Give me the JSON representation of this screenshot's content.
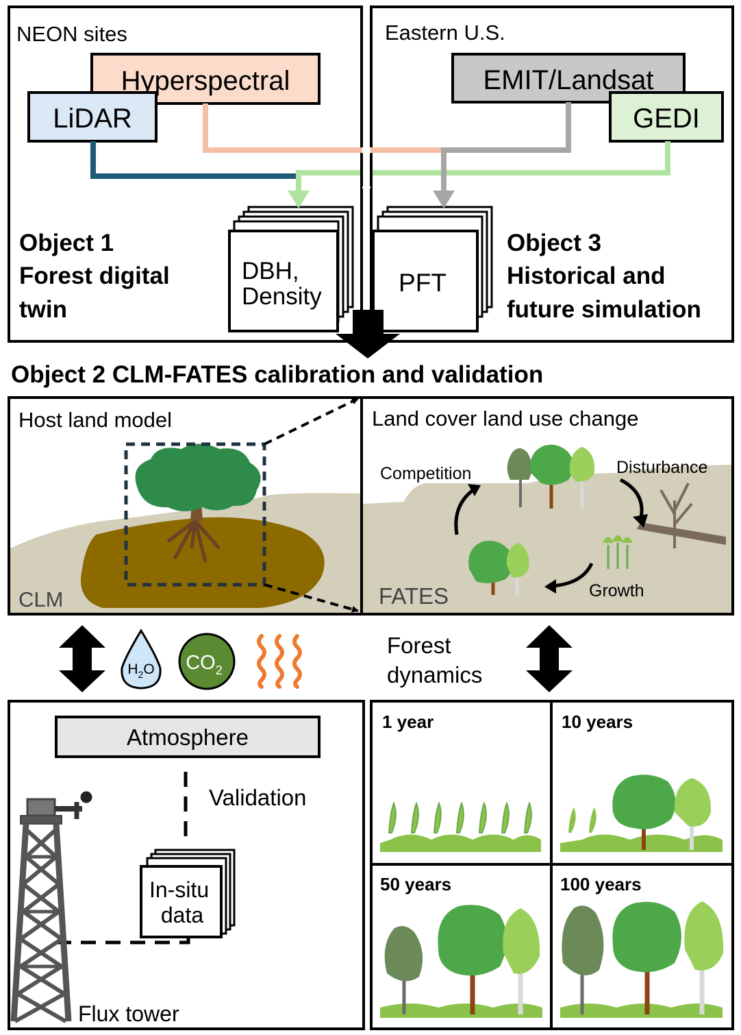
{
  "panel1": {
    "region": "NEON sites",
    "sources": [
      "Hyperspectral",
      "LiDAR"
    ],
    "object_title": [
      "Object 1",
      "Forest digital",
      "twin"
    ],
    "product": [
      "DBH,",
      "Density"
    ]
  },
  "panel3": {
    "region": "Eastern U.S.",
    "sources": [
      "EMIT/Landsat",
      "GEDI"
    ],
    "object_title": [
      "Object 3",
      "Historical and",
      "future simulation"
    ],
    "product": "PFT"
  },
  "object2_title": "Object 2 CLM-FATES calibration and validation",
  "host_panel": {
    "title": "Host land model",
    "corner": "CLM"
  },
  "lulc_panel": {
    "title": "Land cover land use change",
    "corner": "FATES",
    "cycle": [
      "Competition",
      "Disturbance",
      "Growth"
    ]
  },
  "exchange": {
    "h2o": {
      "base": "H",
      "sub": "2",
      "tail": "O"
    },
    "co2": {
      "base": "CO",
      "sub": "2"
    },
    "forest_dynamics": [
      "Forest",
      "dynamics"
    ]
  },
  "tower_panel": {
    "atmosphere": "Atmosphere",
    "validation": "Validation",
    "insitu": [
      "In-situ",
      "data"
    ],
    "tower": "Flux tower"
  },
  "dynamics_panels": [
    "1 year",
    "10 years",
    "50 years",
    "100 years"
  ],
  "colors": {
    "hyperspectral": "#fbdccb",
    "lidar": "#dbe9f6",
    "emit_landsat": "#c8c8c8",
    "gedi": "#ddf2d4",
    "lidar_line": "#1f5a78",
    "hyper_line": "#f4bfa2",
    "emit_line": "#a6a6a6",
    "gedi_line": "#b1e3a0",
    "soil_surface": "#d3cfbb",
    "soil_body": "#8c6a00",
    "tree_canopy": "#2e8b4a",
    "trunk": "#7a5230",
    "dashed_frame": "#1f3340"
  }
}
